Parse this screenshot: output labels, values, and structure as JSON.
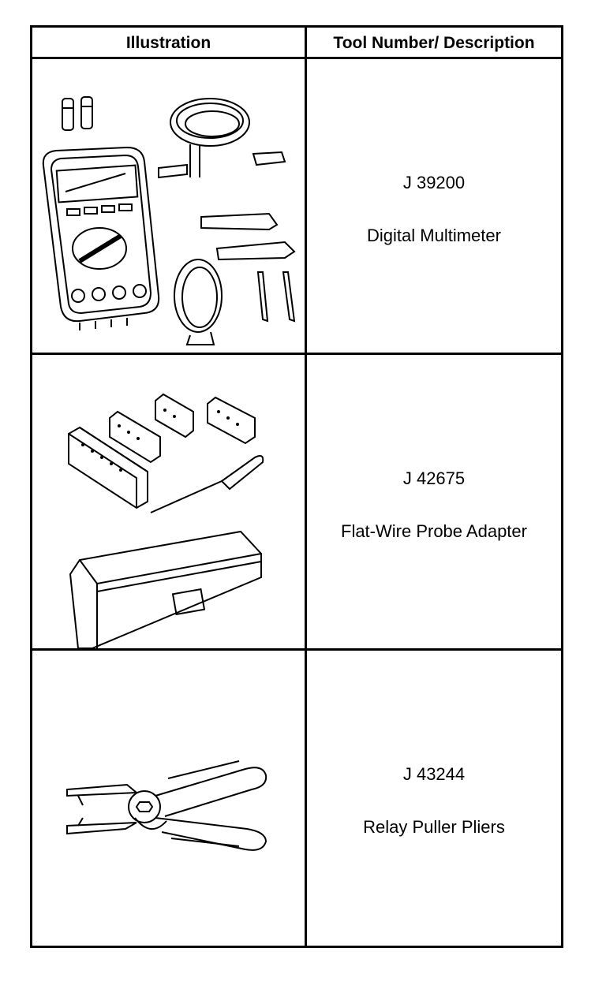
{
  "table": {
    "header": {
      "illustration": "Illustration",
      "tool": "Tool Number/ Description"
    },
    "rows": [
      {
        "number": "J 39200",
        "description": "Digital Multimeter",
        "illustration_icon": "digital-multimeter-icon"
      },
      {
        "number": "J 42675",
        "description": "Flat-Wire Probe Adapter",
        "illustration_icon": "flat-wire-probe-adapter-icon"
      },
      {
        "number": "J 43244",
        "description": "Relay Puller Pliers",
        "illustration_icon": "relay-puller-pliers-icon"
      }
    ]
  }
}
